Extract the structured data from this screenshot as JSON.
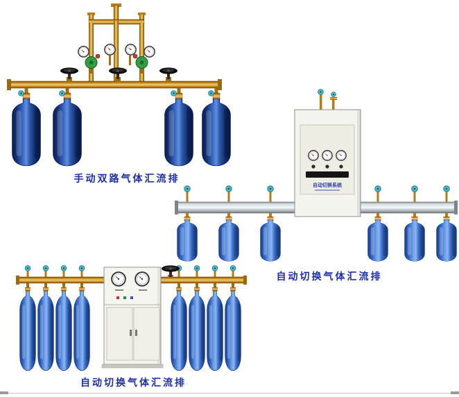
{
  "scenes": {
    "manual_dual": {
      "caption": "手动双路气体汇流排",
      "cylinder_count": 4
    },
    "auto_cabinet": {
      "caption": "自动切换气体汇流排",
      "cabinet_label": "自动切换系统",
      "cylinder_count": 6
    },
    "auto_bottom": {
      "caption": "自动切换气体汇流排",
      "cylinder_count": 8
    }
  },
  "colors": {
    "caption_blue": "#1e2fa6",
    "brass": "#c98e22",
    "cylinder_navy": "#14367e",
    "cylinder_blue": "#2e63c0",
    "valve_teal": "#56bfce",
    "rail_gray": "#d7dde1"
  }
}
